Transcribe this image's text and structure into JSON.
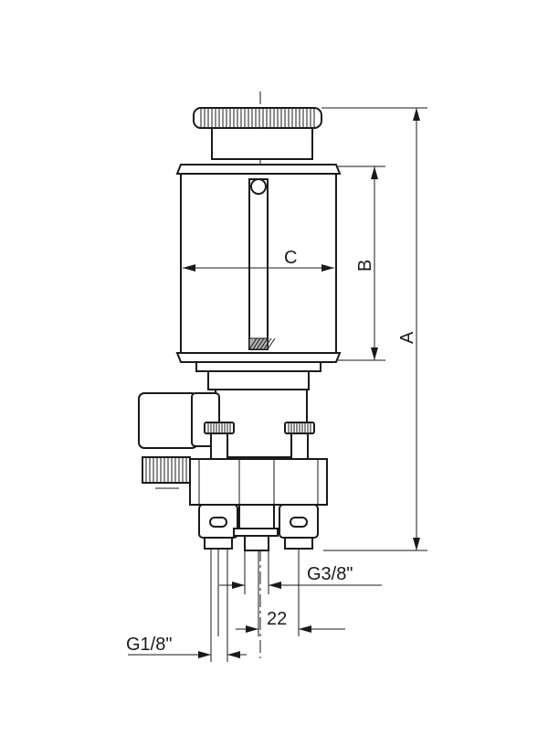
{
  "dimensions": {
    "overall_height": "A",
    "reservoir_height": "B",
    "reservoir_diameter": "C",
    "outlet_thread": "G3/8\"",
    "outlet_spacing": "22",
    "inlet_thread": "G1/8\""
  },
  "colors": {
    "line": "#1a1a1a",
    "background": "#ffffff"
  }
}
